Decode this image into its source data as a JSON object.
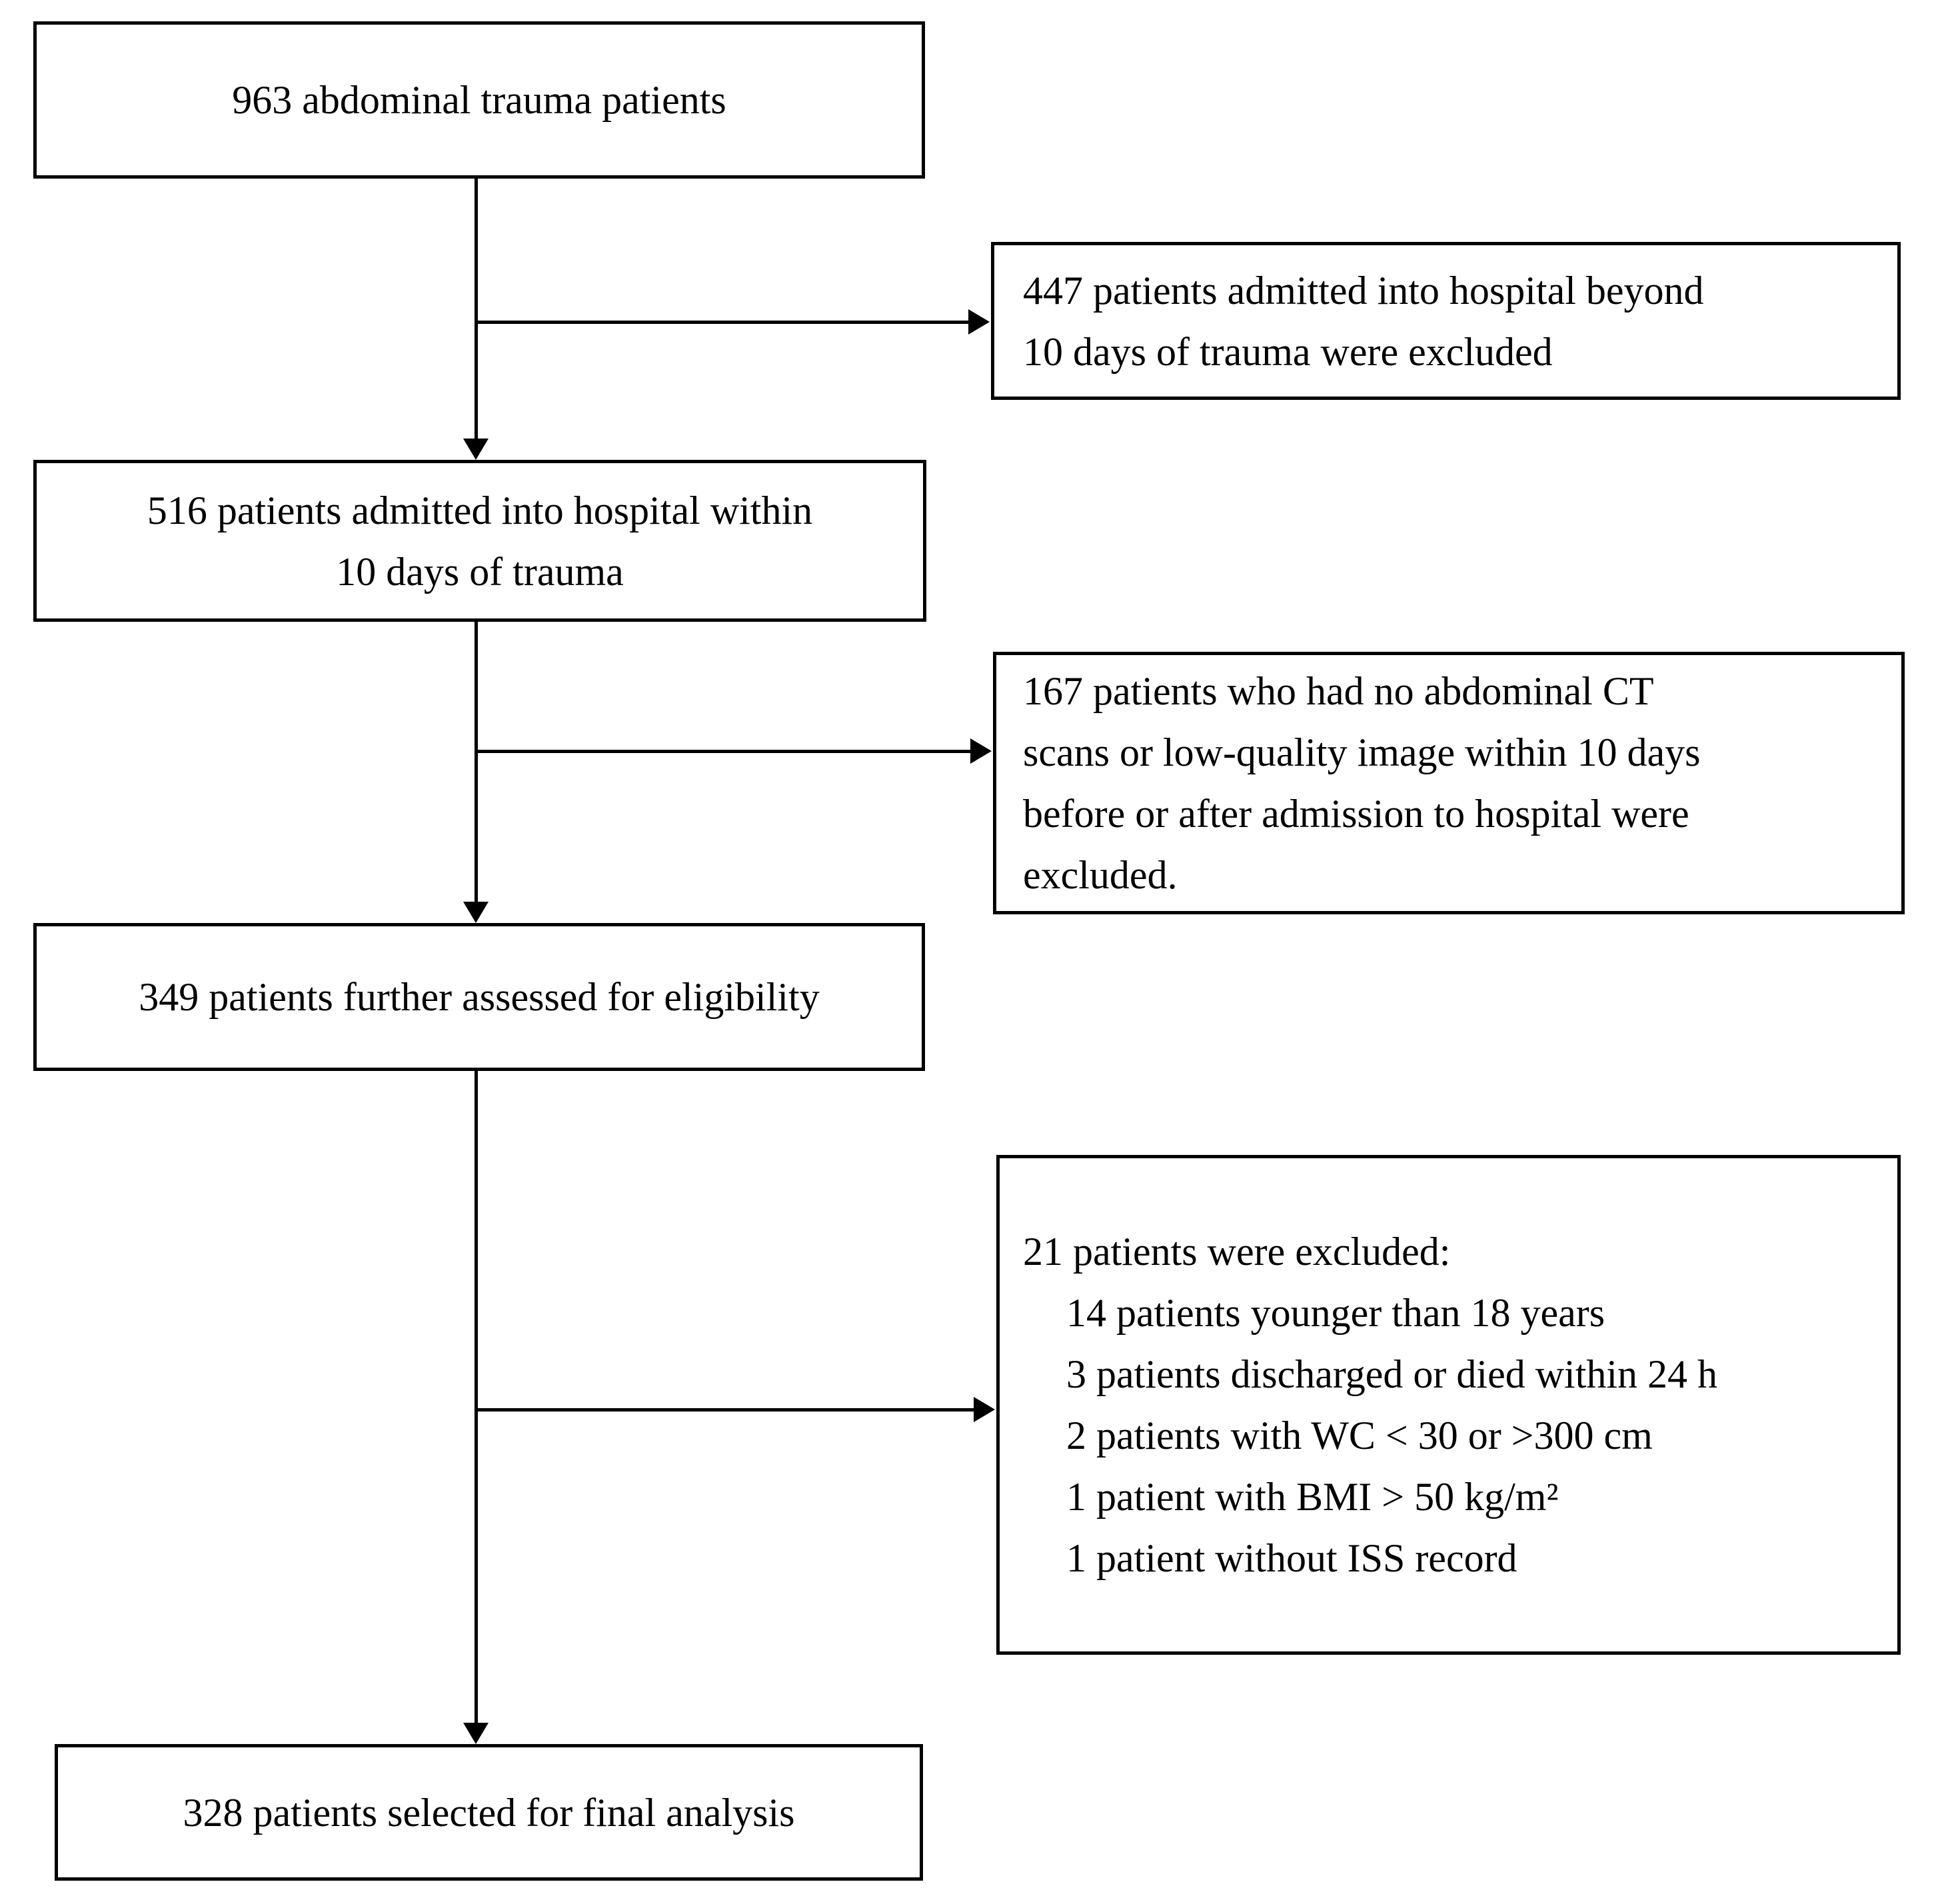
{
  "page": {
    "background_color": "#ffffff",
    "ink_color": "#000000"
  },
  "boxes": {
    "b963": {
      "lines": [
        "963 abdominal trauma patients"
      ]
    },
    "b447": {
      "lines": [
        "447 patients admitted into hospital beyond",
        "10 days of trauma were excluded"
      ]
    },
    "b516": {
      "lines": [
        "516 patients admitted into hospital within",
        "10 days of trauma"
      ]
    },
    "b167": {
      "lines": [
        "167 patients who had no abdominal CT",
        "scans or low-quality image within 10 days",
        "before or after admission to hospital were",
        "excluded."
      ]
    },
    "b349": {
      "lines": [
        "349 patients further assessed for eligibility"
      ]
    },
    "b21": {
      "lines": [
        "21 patients were excluded:",
        "14 patients younger than 18 years",
        "3 patients discharged or died within 24 h",
        "2 patients with WC < 30 or >300 cm",
        "1 patient with BMI > 50 kg/m²",
        "1 patient without ISS record"
      ]
    },
    "b328": {
      "lines": [
        "328 patients selected for final analysis"
      ]
    }
  }
}
